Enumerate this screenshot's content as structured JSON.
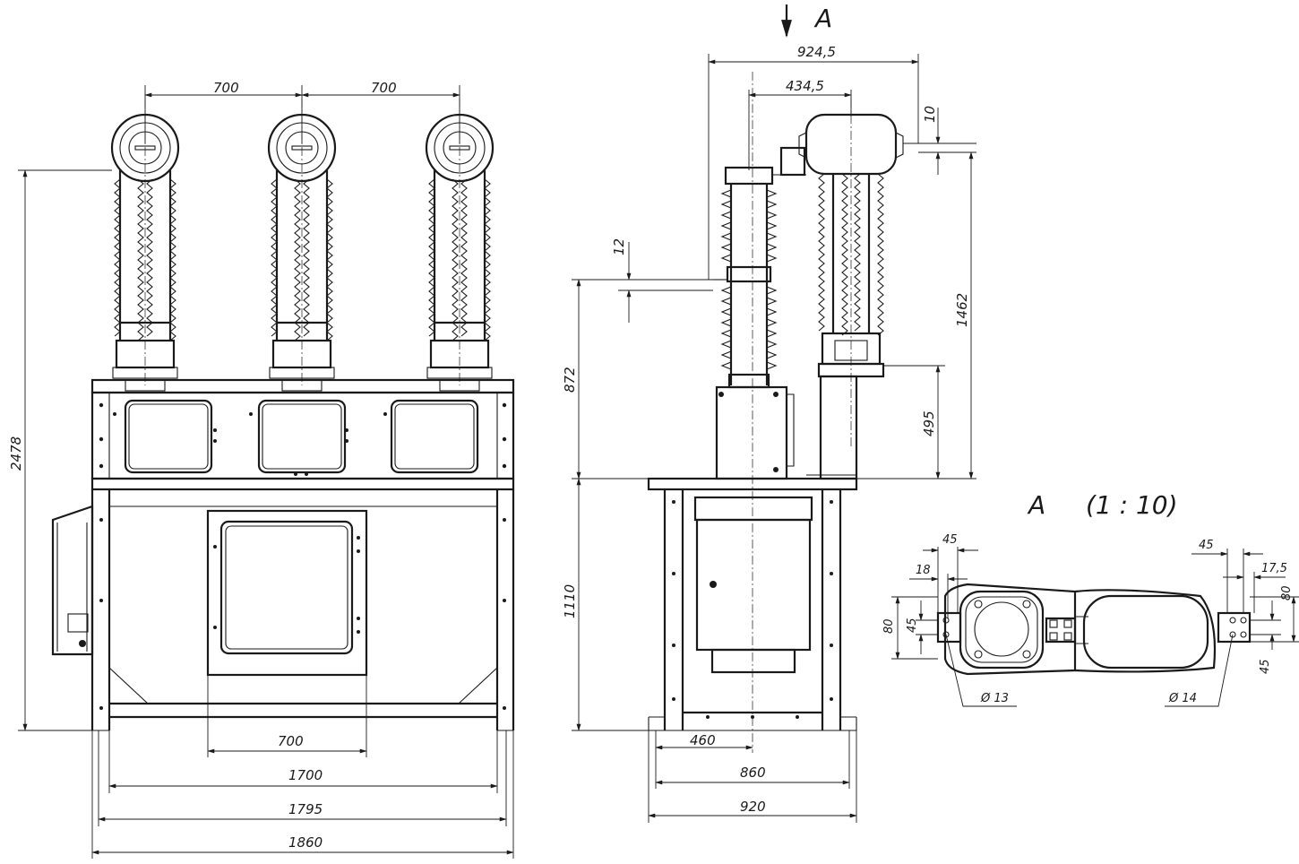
{
  "front_view": {
    "pitch_left": "700",
    "pitch_right": "700",
    "height_total": "2478",
    "door_width": "700",
    "width_1700": "1700",
    "width_1795": "1795",
    "width_1860": "1860"
  },
  "side_view": {
    "view_marker": "A",
    "top_width": "924,5",
    "insulator_offset": "434,5",
    "terminal_offset": "10",
    "height_1462": "1462",
    "height_495": "495",
    "offset_12": "12",
    "height_872": "872",
    "height_1110": "1110",
    "base_460": "460",
    "base_860": "860",
    "base_920": "920"
  },
  "detail_a": {
    "title": "A",
    "scale": "(1 : 10)",
    "left_45": "45",
    "left_18": "18",
    "left_80": "80",
    "left_45_v": "45",
    "hole_13": "Ø 13",
    "right_45": "45",
    "right_17_5": "17,5",
    "right_80": "80",
    "right_45_v": "45",
    "hole_14": "Ø 14"
  }
}
